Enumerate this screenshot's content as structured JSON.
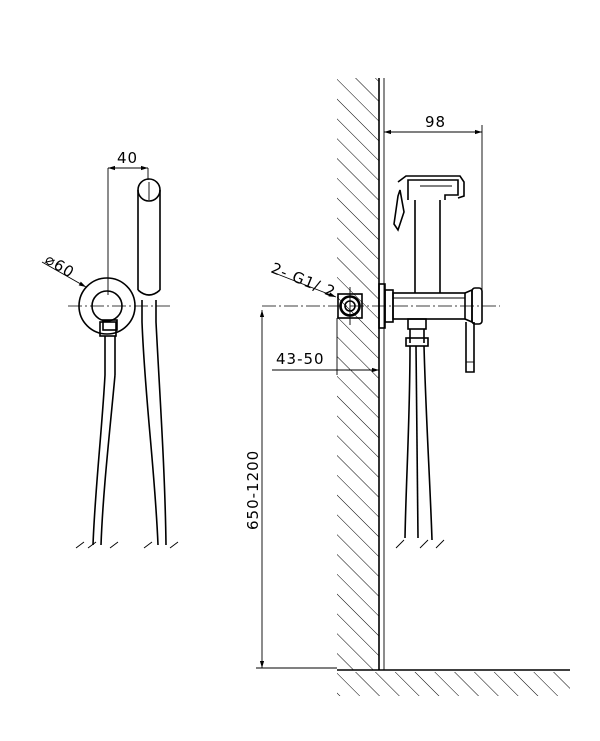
{
  "drawing": {
    "front_view": {
      "width_dimension": "40",
      "diameter_dimension": "⌀60"
    },
    "side_view": {
      "projection_dimension": "98",
      "connection_label": "2- G1/ 2",
      "wall_depth_dimension": "43-50",
      "height_dimension": "650-1200"
    }
  }
}
